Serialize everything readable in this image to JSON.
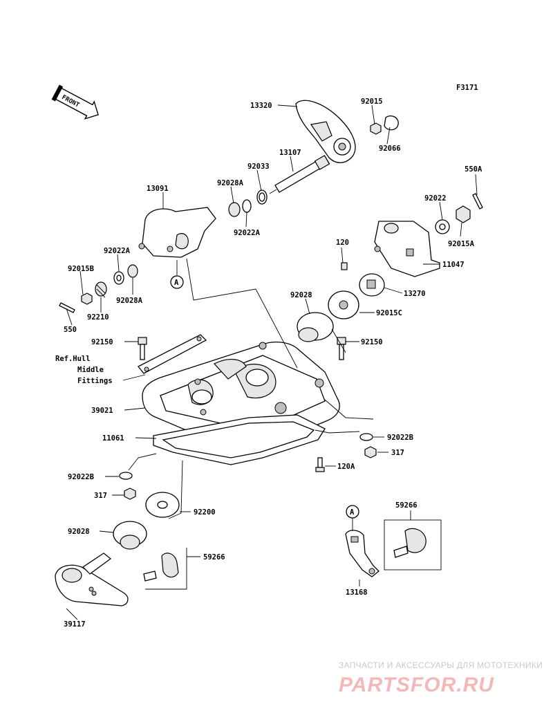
{
  "figure_code": "F3171",
  "front_arrow": "FRONT",
  "ref_note": {
    "line1": "Ref.Hull",
    "line2": "Middle",
    "line3": "Fittings"
  },
  "callout_a": "A",
  "part_labels": [
    {
      "id": "13320",
      "text": "13320"
    },
    {
      "id": "92015",
      "text": "92015"
    },
    {
      "id": "92066",
      "text": "92066"
    },
    {
      "id": "13107",
      "text": "13107"
    },
    {
      "id": "92033",
      "text": "92033"
    },
    {
      "id": "92028A-top",
      "text": "92028A"
    },
    {
      "id": "92022A-top",
      "text": "92022A"
    },
    {
      "id": "13091",
      "text": "13091"
    },
    {
      "id": "550A",
      "text": "550A"
    },
    {
      "id": "92022-right",
      "text": "92022"
    },
    {
      "id": "92015A",
      "text": "92015A"
    },
    {
      "id": "11047",
      "text": "11047"
    },
    {
      "id": "120",
      "text": "120"
    },
    {
      "id": "13270",
      "text": "13270"
    },
    {
      "id": "92028-mid",
      "text": "92028"
    },
    {
      "id": "92015C",
      "text": "92015C"
    },
    {
      "id": "92022A-left",
      "text": "92022A"
    },
    {
      "id": "92015B",
      "text": "92015B"
    },
    {
      "id": "92028A-left",
      "text": "92028A"
    },
    {
      "id": "92210",
      "text": "92210"
    },
    {
      "id": "550",
      "text": "550"
    },
    {
      "id": "92150-left",
      "text": "92150"
    },
    {
      "id": "92150-right",
      "text": "92150"
    },
    {
      "id": "39021",
      "text": "39021"
    },
    {
      "id": "11061",
      "text": "11061"
    },
    {
      "id": "92022B-right",
      "text": "92022B"
    },
    {
      "id": "317-right",
      "text": "317"
    },
    {
      "id": "120A",
      "text": "120A"
    },
    {
      "id": "92022B-left",
      "text": "92022B"
    },
    {
      "id": "317-left",
      "text": "317"
    },
    {
      "id": "92200",
      "text": "92200"
    },
    {
      "id": "92028-bottom",
      "text": "92028"
    },
    {
      "id": "59266-left",
      "text": "59266"
    },
    {
      "id": "39117",
      "text": "39117"
    },
    {
      "id": "59266-right",
      "text": "59266"
    },
    {
      "id": "13168",
      "text": "13168"
    }
  ],
  "watermark": {
    "line1": "ЗАПЧАСТИ И АКСЕССУАРЫ ДЛЯ МОТОТЕХНИКИ",
    "line2": "PARTSFOR.RU"
  }
}
